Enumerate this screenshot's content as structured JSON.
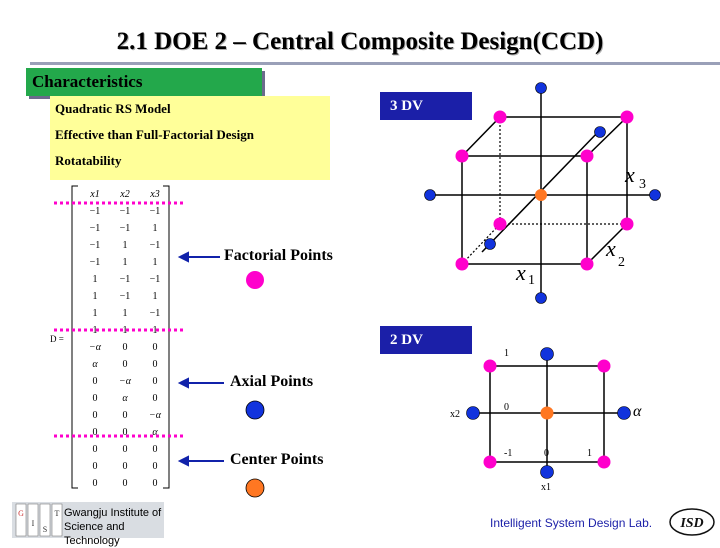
{
  "slide": {
    "title": "2.1 DOE 2 – Central Composite Design(CCD)",
    "section_label": "Characteristics",
    "characteristics": [
      "Quadratic RS Model",
      "Effective than Full-Factorial Design",
      "Rotatability"
    ],
    "dv3_label": "3 DV",
    "dv2_label": "2 DV",
    "factorial_label": "Factorial Points",
    "axial_label": "Axial Points",
    "center_label": "Center Points",
    "footer_lab": "Intelligent System Design Lab.",
    "logo_left_line1": "Gwangju Institute of",
    "logo_left_line2": "Science and Technology",
    "logo_left_letters": [
      "G",
      "I",
      "S",
      "T"
    ],
    "logo_right_text": "ISD"
  },
  "matrix": {
    "symbol": "D =",
    "headers": [
      "x1",
      "x2",
      "x3"
    ],
    "rows": [
      [
        "−1",
        "−1",
        "−1"
      ],
      [
        "−1",
        "−1",
        "1"
      ],
      [
        "−1",
        "1",
        "−1"
      ],
      [
        "−1",
        "1",
        "1"
      ],
      [
        "1",
        "−1",
        "−1"
      ],
      [
        "1",
        "−1",
        "1"
      ],
      [
        "1",
        "1",
        "−1"
      ],
      [
        "1",
        "1",
        "1"
      ],
      [
        "−α",
        "0",
        "0"
      ],
      [
        "α",
        "0",
        "0"
      ],
      [
        "0",
        "−α",
        "0"
      ],
      [
        "0",
        "α",
        "0"
      ],
      [
        "0",
        "0",
        "−α"
      ],
      [
        "0",
        "0",
        "α"
      ],
      [
        "0",
        "0",
        "0"
      ],
      [
        "0",
        "0",
        "0"
      ],
      [
        "0",
        "0",
        "0"
      ]
    ]
  },
  "diagram3d": {
    "x1_label": "x",
    "x1_sub": "1",
    "x2_label": "x",
    "x2_sub": "2",
    "x3_label": "x",
    "x3_sub": "3"
  },
  "diagram2d": {
    "x1_label": "x1",
    "x2_label": "x2",
    "alpha_label": "α",
    "tick_top": "1",
    "tick_mid": "0",
    "tick_bot_left": "-1",
    "tick_bot_mid": "0",
    "tick_bot_right": "1"
  },
  "colors": {
    "factorial": "#ff00cc",
    "axial": "#1133dd",
    "center": "#ff7722",
    "title_rule": "#9aa0b8",
    "dv_label_bg": "#1b1fa8",
    "section_bg": "#23a84b",
    "char_bg": "#ffff99"
  }
}
